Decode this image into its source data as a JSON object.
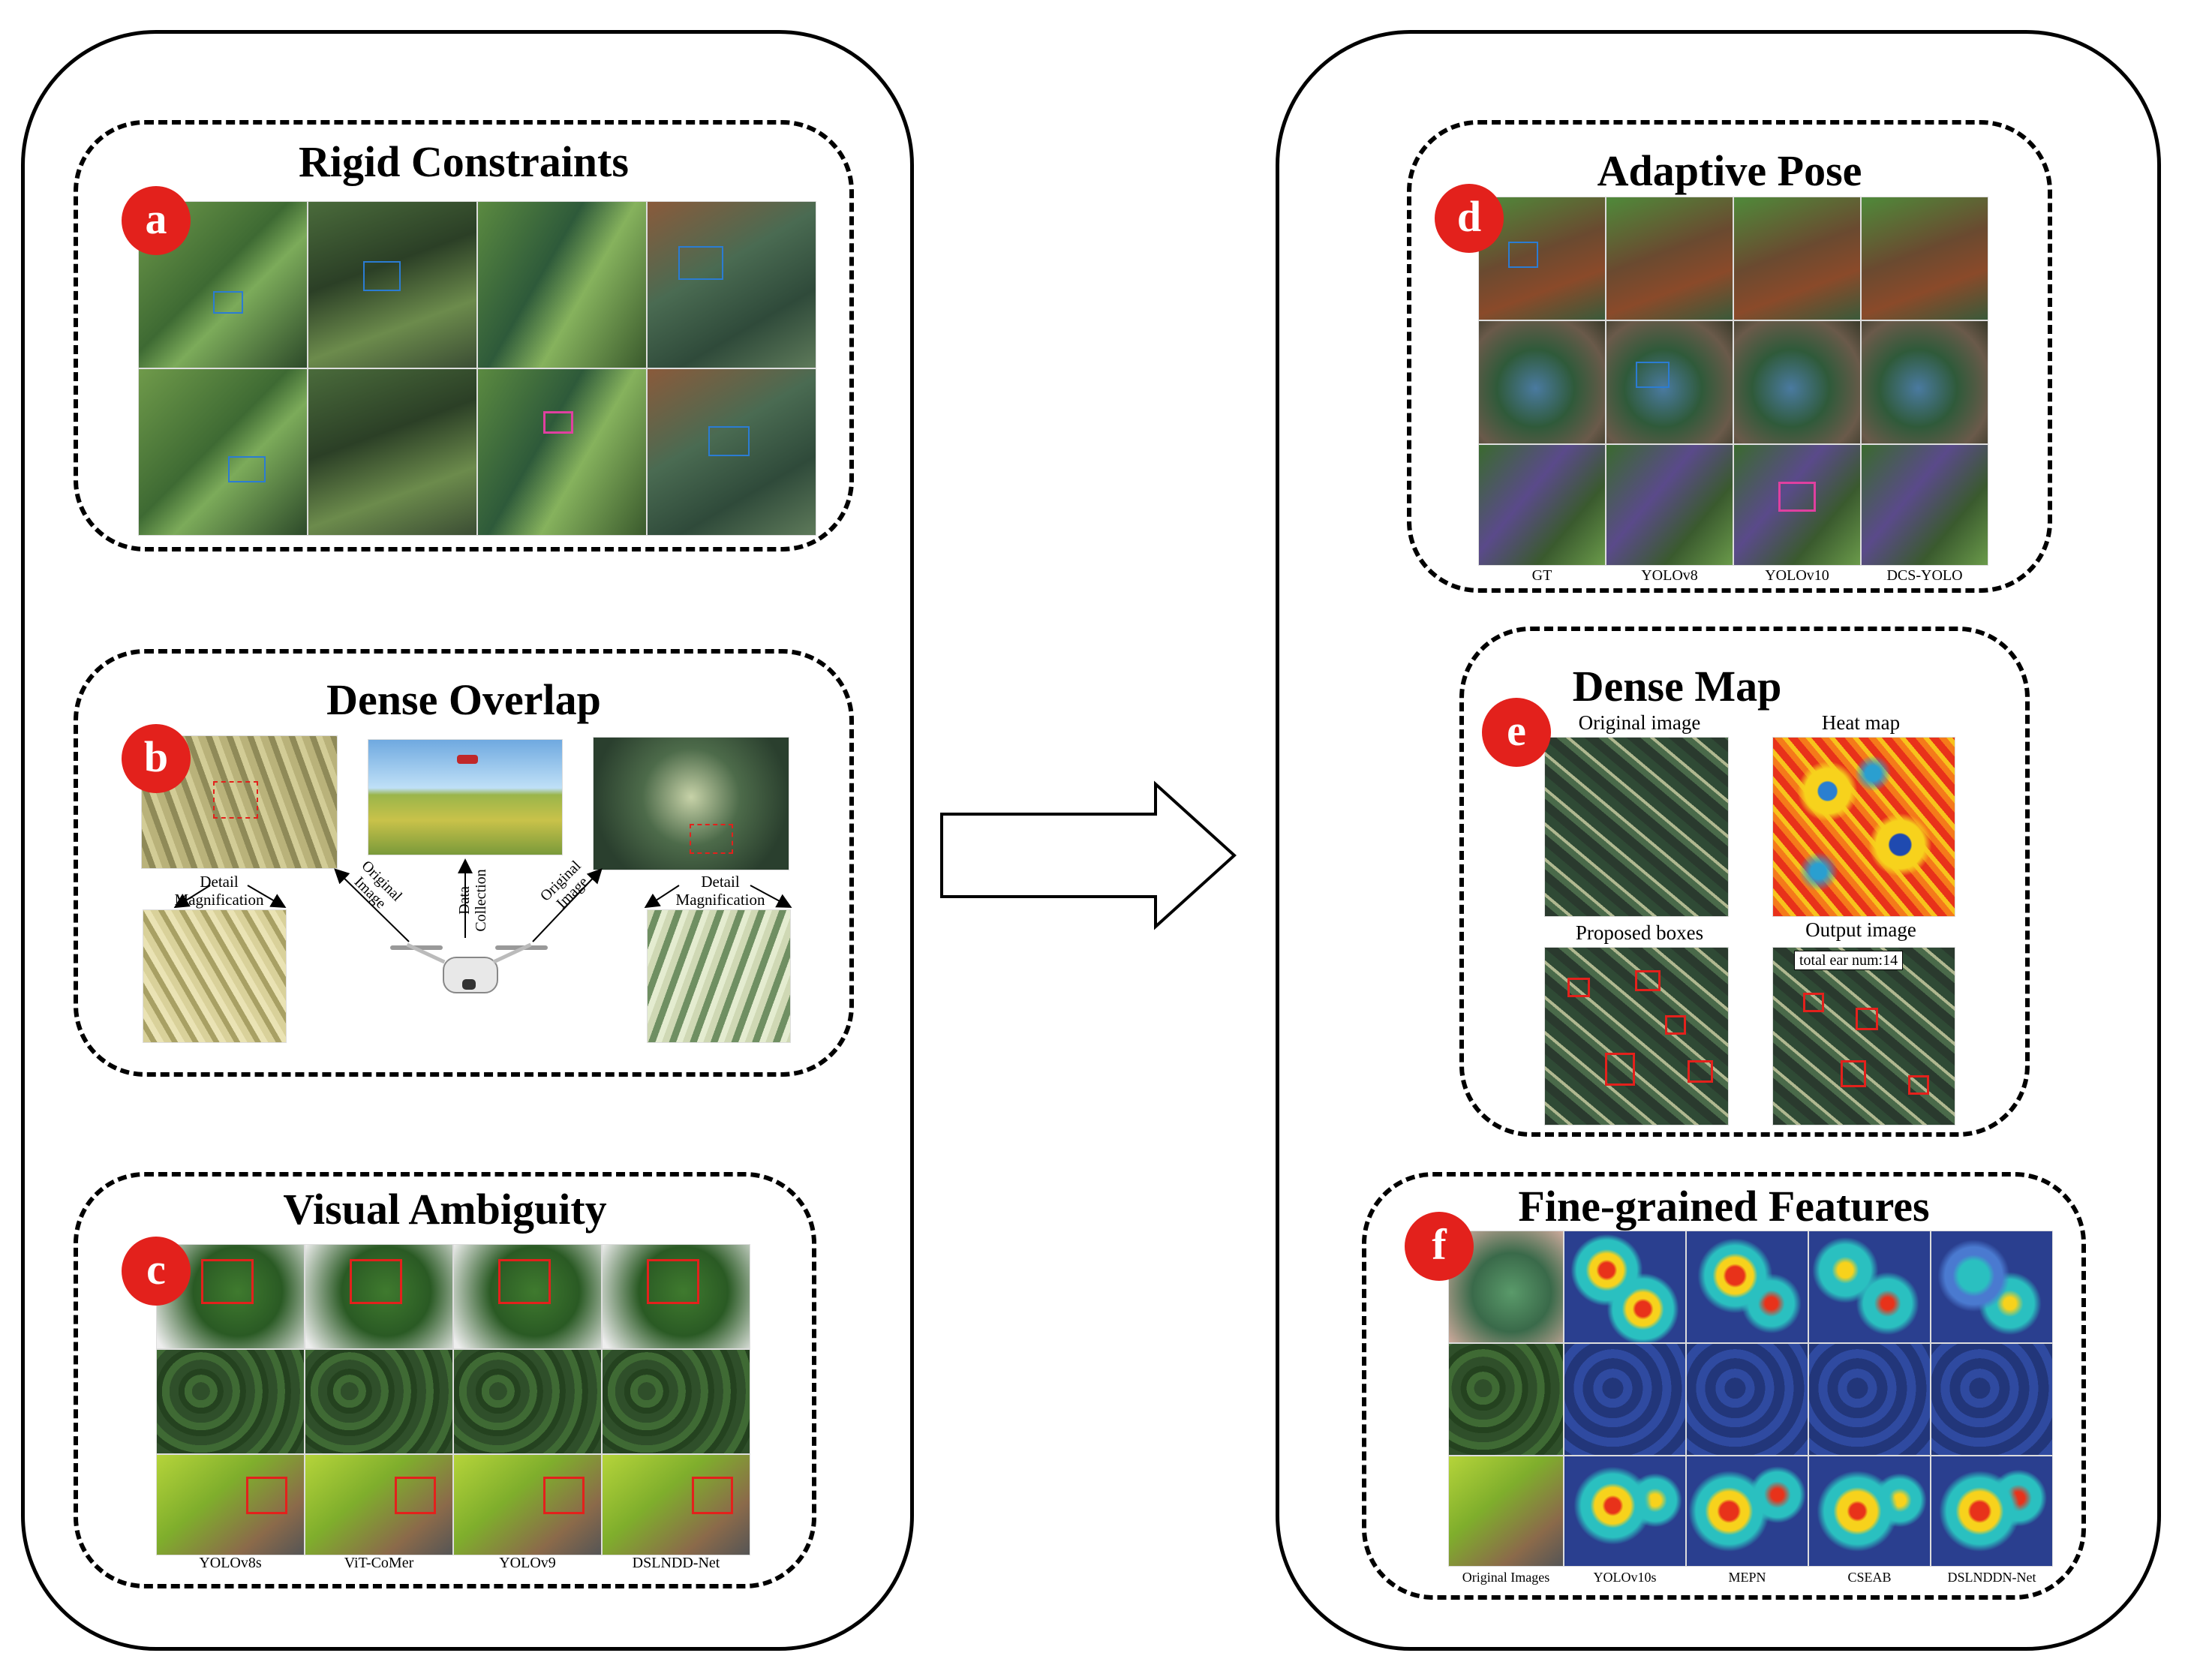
{
  "panels": {
    "a": {
      "letter": "a",
      "title": "Rigid Constraints"
    },
    "b": {
      "letter": "b",
      "title": "Dense Overlap",
      "left_detail": "Detail\nMagnification",
      "right_detail": "Detail\nMagnification",
      "original_left": "Original\nImage",
      "original_right": "Original\nImage",
      "data_collection": "Data\nCollection"
    },
    "c": {
      "letter": "c",
      "title": "Visual Ambiguity",
      "captions": [
        "YOLOv8s",
        "ViT-CoMer",
        "YOLOv9",
        "DSLNDD-Net"
      ]
    },
    "d": {
      "letter": "d",
      "title": "Adaptive Pose",
      "captions": [
        "GT",
        "YOLOv8",
        "YOLOv10",
        "DCS-YOLO"
      ]
    },
    "e": {
      "letter": "e",
      "title": "Dense Map",
      "original_image": "Original image",
      "heat_map": "Heat map",
      "proposed_boxes": "Proposed boxes",
      "output_image": "Output image",
      "count_label": "total ear num:14"
    },
    "f": {
      "letter": "f",
      "title": "Fine-grained Features",
      "captions": [
        "Original Images",
        "YOLOv10s",
        "MEPN",
        "CSEAB",
        "DSLNDDN-Net"
      ]
    }
  },
  "colors": {
    "badge": "#e3211c",
    "leaf_dark": "#2f4a2a",
    "leaf_mid": "#4f7a3c",
    "wheat_light": "#c9c38e",
    "heat_red": "#e8321a",
    "heat_yellow": "#f7d21c",
    "attention_blue": "#2a3f8f"
  }
}
